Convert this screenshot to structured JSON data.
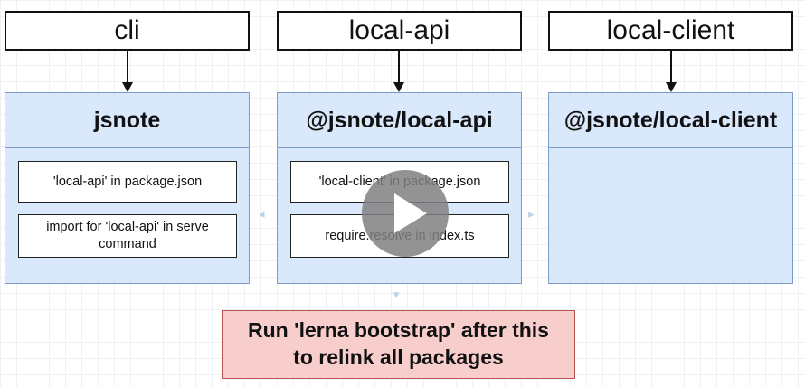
{
  "top_labels": [
    "cli",
    "local-api",
    "local-client"
  ],
  "packages": [
    {
      "title": "jsnote",
      "notes": [
        "'local-api' in package.json",
        "import for 'local-api' in serve command"
      ]
    },
    {
      "title": "@jsnote/local-api",
      "notes": [
        "'local-client' in package.json",
        "require.resolve in index.ts"
      ]
    },
    {
      "title": "@jsnote/local-client",
      "notes": []
    }
  ],
  "callout": {
    "line1": "Run 'lerna bootstrap' after this",
    "line2": "to relink all packages"
  },
  "colors": {
    "package_fill": "#dae8fc",
    "package_border": "#7a9cc6",
    "callout_fill": "#f8cecc",
    "callout_border": "#b85450"
  },
  "overlay_icon": "play-icon"
}
